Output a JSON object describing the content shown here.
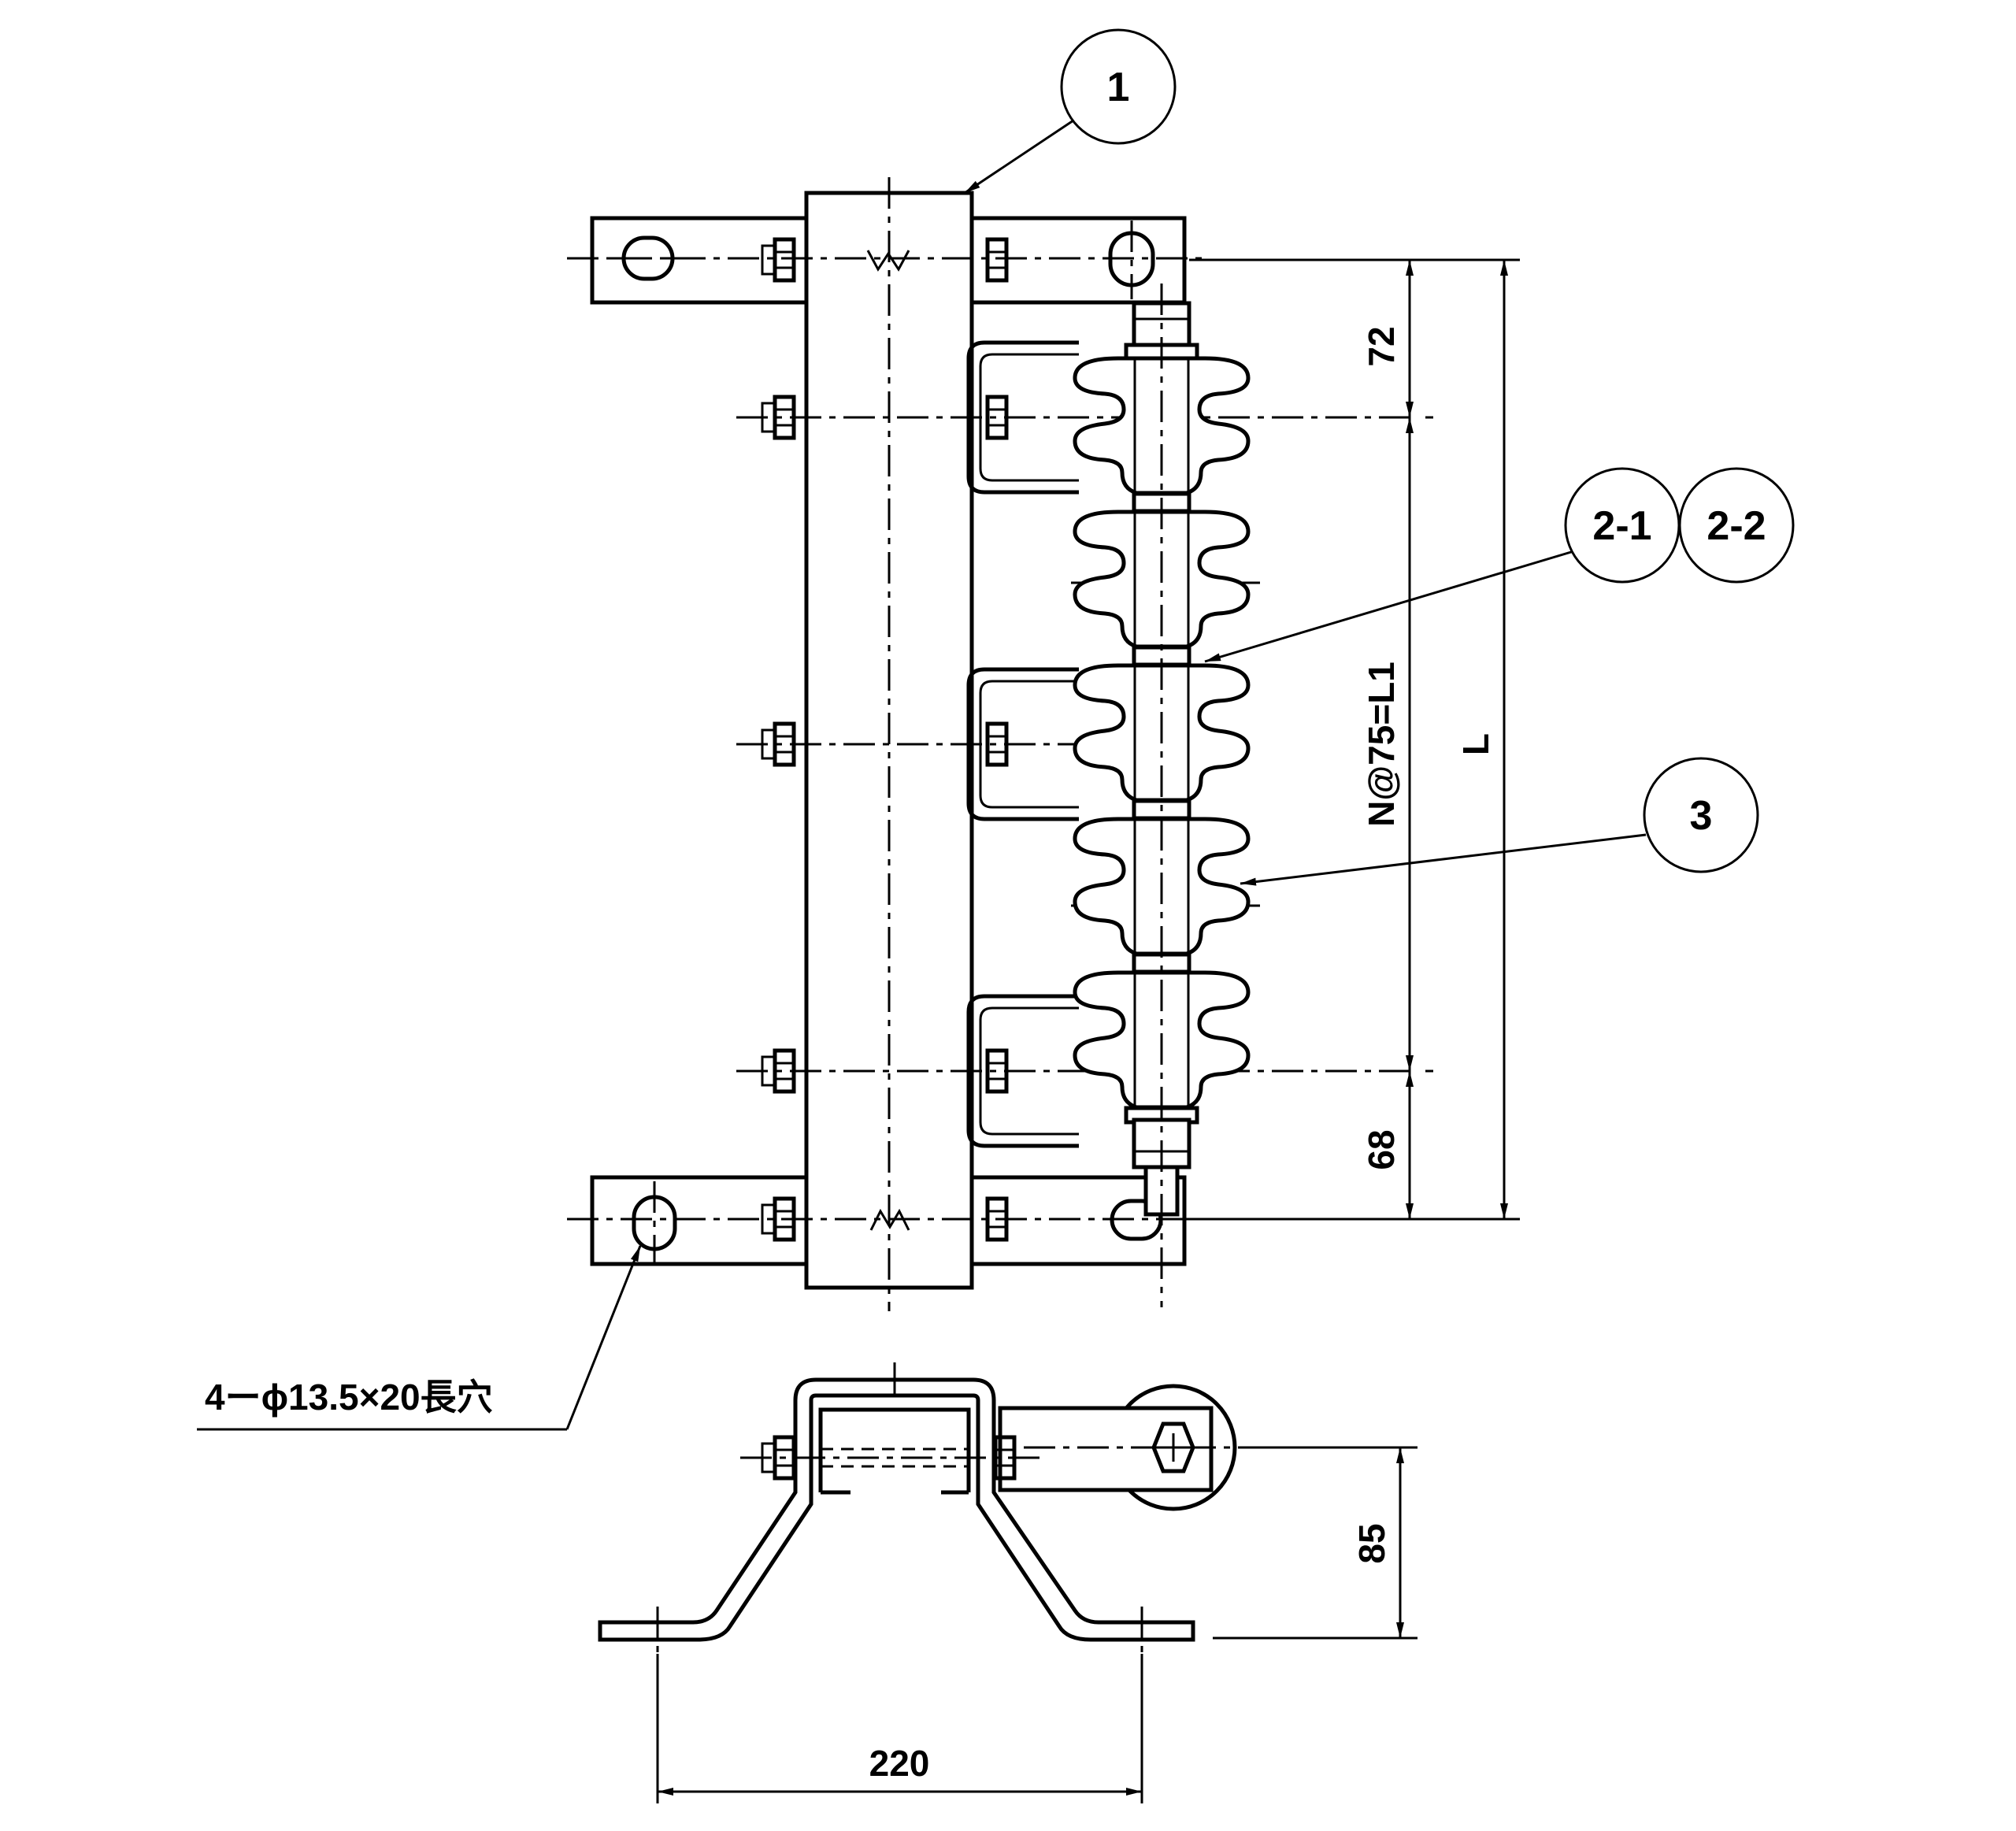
{
  "callouts": {
    "c1": "1",
    "c21": "2-1",
    "c22": "2-2",
    "c3": "3"
  },
  "dimensions": {
    "top_offset": "72",
    "pitch": "N@75=L1",
    "total_length": "L",
    "bottom_offset": "68",
    "height": "85",
    "width": "220"
  },
  "note": {
    "slot_holes": "4ーϕ13.5×20長穴"
  }
}
